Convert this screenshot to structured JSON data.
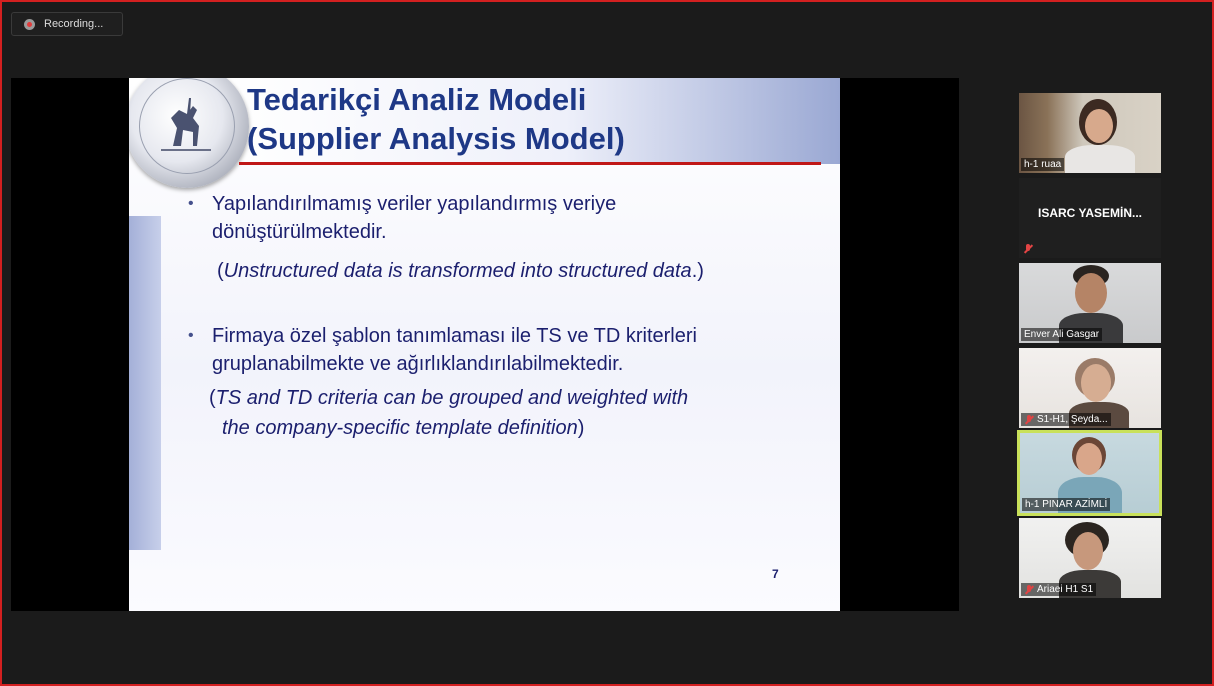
{
  "recording": {
    "label": "Recording..."
  },
  "slide": {
    "title_line1": "Tedarikçi Analiz Modeli",
    "title_line2": "(Supplier Analysis Model)",
    "bullet1_line1": "Yapılandırılmamış veriler yapılandırmış veriye",
    "bullet1_line2": "dönüştürülmektedir.",
    "note1_open": "(",
    "note1_italic": "Unstructured data is transformed into structured data",
    "note1_close": ".)",
    "bullet2_line1": "Firmaya özel şablon tanımlaması ile TS ve TD kriterleri",
    "bullet2_line2": "gruplanabilmekte ve ağırlıklandırılabilmektedir.",
    "note2_open": "(",
    "note2_italic_line1": "TS and TD criteria can be grouped and weighted with",
    "note2_italic_line2": "the company-specific template definition",
    "note2_close": ")",
    "page_number": "7"
  },
  "participants": [
    {
      "name": "h-1 ruaa",
      "muted": false,
      "video": true,
      "active": false
    },
    {
      "name": "ISARC YASEMİN...",
      "muted": true,
      "video": false,
      "active": false
    },
    {
      "name": "Enver Ali Gasgar",
      "muted": false,
      "video": true,
      "active": false
    },
    {
      "name": "S1-H1, Şeyda...",
      "muted": true,
      "video": true,
      "active": false
    },
    {
      "name": "h-1 PINAR AZİMLİ",
      "muted": false,
      "video": true,
      "active": true
    },
    {
      "name": "Ariaei H1 S1",
      "muted": true,
      "video": true,
      "active": false
    }
  ],
  "colors": {
    "title": "#1e3886",
    "body_text": "#1b1f6e",
    "title_rule": "#c01717",
    "active_speaker_border": "#c9e15a",
    "window_border": "#d32020",
    "mute": "#e24444"
  },
  "icons": {
    "record": "record-icon",
    "mute": "mic-muted-icon"
  }
}
